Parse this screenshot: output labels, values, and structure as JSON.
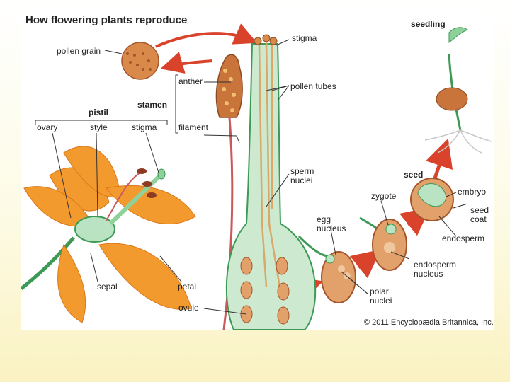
{
  "title": "How flowering plants reproduce",
  "credit": "© 2011 Encyclopædia Britannica, Inc.",
  "labels": {
    "pollen_grain": "pollen grain",
    "stigma_top": "stigma",
    "seedling": "seedling",
    "anther": "anther",
    "stamen": "stamen",
    "filament": "filament",
    "pollen_tubes": "pollen tubes",
    "pistil": "pistil",
    "ovary": "ovary",
    "style": "style",
    "stigma_pistil": "stigma",
    "sperm_nuclei": "sperm\nnuclei",
    "seed": "seed",
    "zygote": "zygote",
    "embryo": "embryo",
    "egg_nucleus": "egg\nnucleus",
    "seed_coat": "seed\ncoat",
    "endosperm": "endosperm",
    "endosperm_nucleus": "endosperm\nnucleus",
    "polar_nuclei": "polar\nnuclei",
    "sepal": "sepal",
    "petal": "petal",
    "ovule": "ovule"
  },
  "colors": {
    "petal": "#f39a2e",
    "petal_dark": "#d9771a",
    "stem": "#8fd19a",
    "stem_dark": "#3c9a56",
    "pollen": "#d98a4a",
    "arrow": "#d9432b",
    "pistil_fill": "#cde9cf",
    "ovule": "#e2a06a"
  }
}
